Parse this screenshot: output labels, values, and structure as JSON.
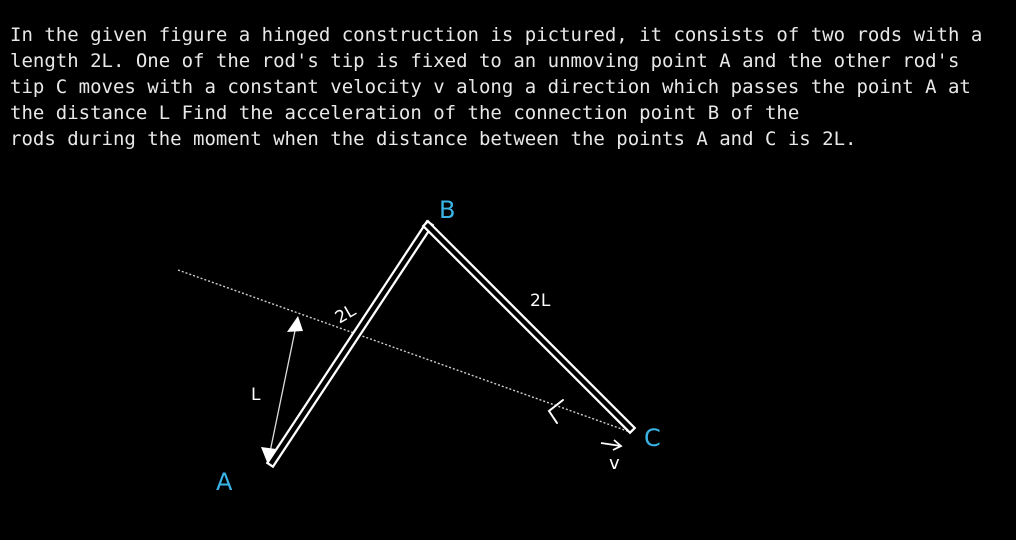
{
  "problem": {
    "lines": [
      "In the given figure a hinged construction is pictured, it consists of two rods with a",
      "length 2L. One of the rod's tip is fixed to an unmoving point A and the other rod's",
      "tip C moves with a constant velocity v along a direction which passes the point A at",
      "the distance L Find the acceleration of the connection point B of the",
      "rods during the moment when the distance between the points A and C is 2L."
    ]
  },
  "figure": {
    "point_labels": {
      "A": "A",
      "B": "B",
      "C": "C"
    },
    "rod_AB_label": "2L",
    "rod_BC_label": "2L",
    "distance_label": "L",
    "velocity_label": "v",
    "colors": {
      "point_label": "#3ab4e6",
      "rods": "#ffffff",
      "background": "#000000"
    }
  }
}
